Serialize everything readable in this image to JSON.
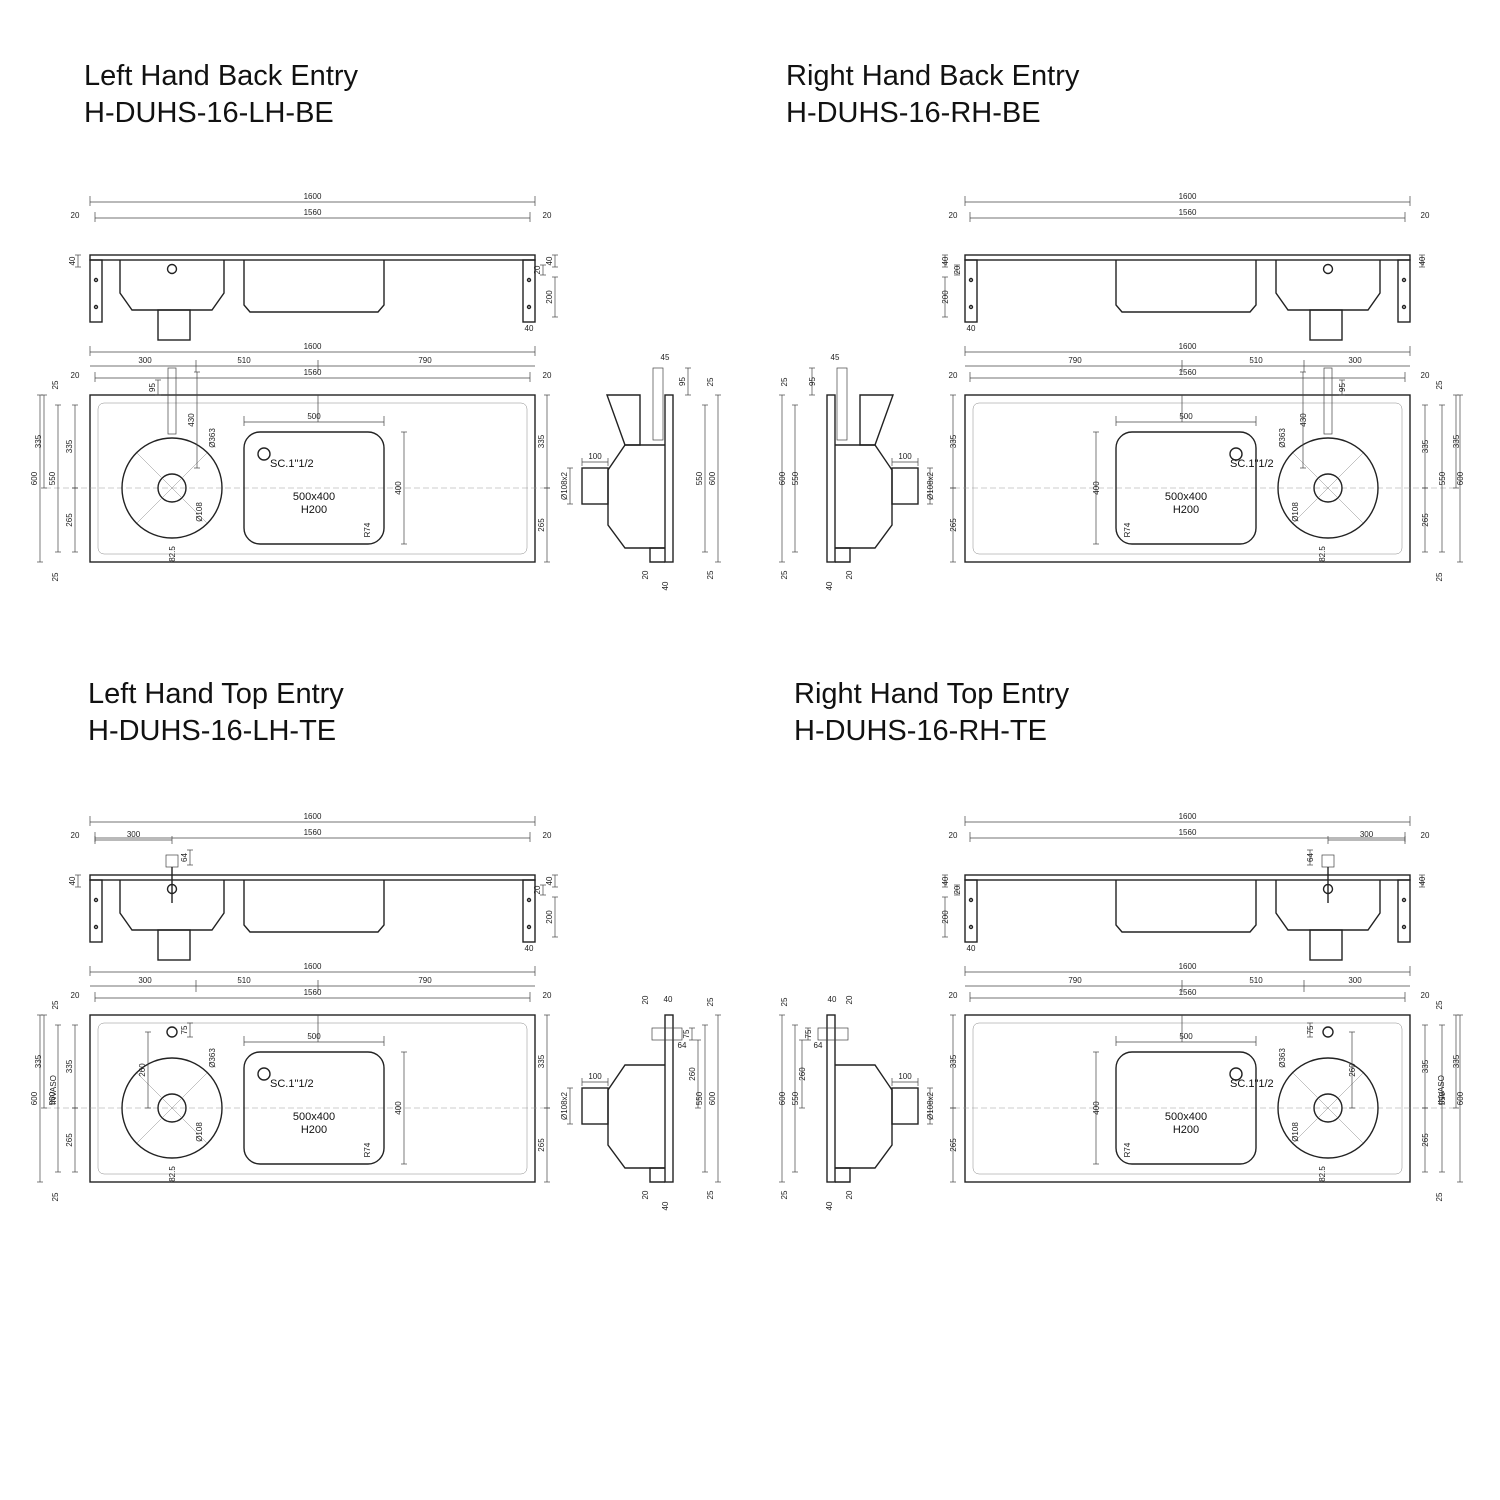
{
  "drawings": [
    {
      "id": "lhbe",
      "title": "Left Hand Back Entry",
      "code": "H-DUHS-16-LH-BE"
    },
    {
      "id": "rhbe",
      "title": "Right Hand Back Entry",
      "code": "H-DUHS-16-RH-BE"
    },
    {
      "id": "lhte",
      "title": "Left Hand Top Entry",
      "code": "H-DUHS-16-LH-TE"
    },
    {
      "id": "rhte",
      "title": "Right Hand Top Entry",
      "code": "H-DUHS-16-RH-TE"
    }
  ],
  "dimensions": {
    "overall_length": "1600",
    "inner_length": "1560",
    "end_offset": "20",
    "panel_depth": "40",
    "bracket_height": "200",
    "bracket_step": "20",
    "hopper_offset": "300",
    "hopper_to_basin": "510",
    "basin_to_end": "790",
    "depth_overall": "600",
    "depth_inner": "550",
    "front_split": "335",
    "back_split": "265",
    "edge": "25",
    "tap_rise": "95",
    "tap_length": "430",
    "tap_offset": "45",
    "top_tap_rise": "75",
    "top_tap_drop": "64",
    "top_tap_span": "260",
    "hopper_dia": "Ø363",
    "outlet_dia": "Ø108",
    "outlet_pipe": "Ø108x2",
    "outlet_offset": "100",
    "outlet_gap": "82.5",
    "basin_width": "500",
    "basin_depth": "400",
    "basin_radius": "R74"
  },
  "labels": {
    "waste": "SC.1\"1/2",
    "basin_size": "500x400",
    "basin_height": "H200",
    "brand": "INVASO"
  }
}
